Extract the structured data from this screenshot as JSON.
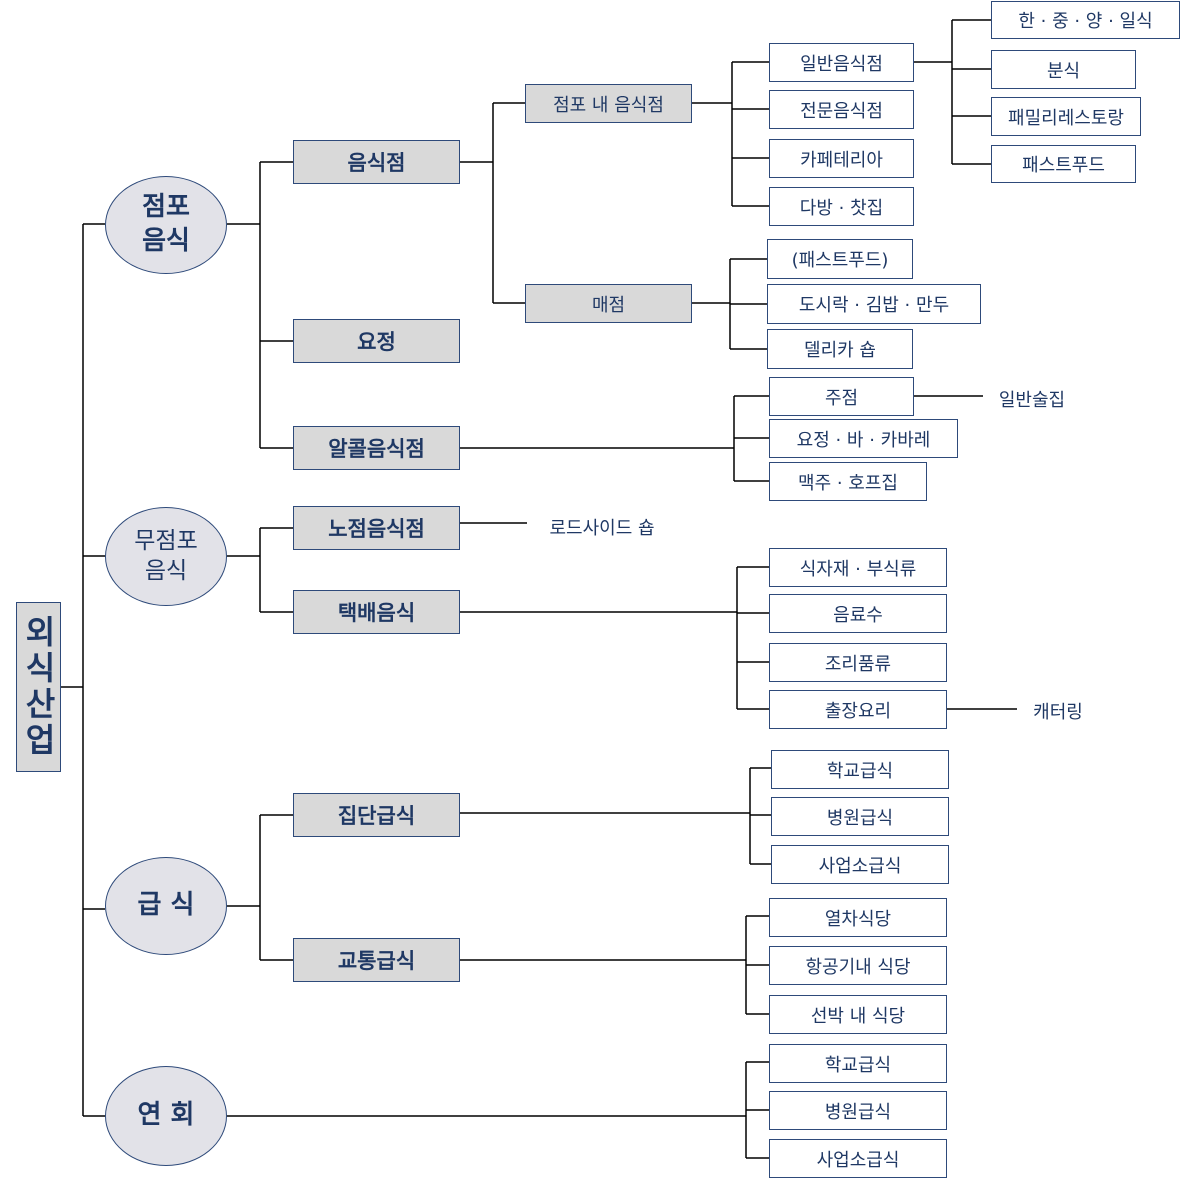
{
  "root": "외식산업",
  "categories": {
    "store": "점포\n음식",
    "nonstore": "무점포\n음식",
    "meal": "급 식",
    "banquet": "연 회"
  },
  "level2": {
    "restaurant": "음식점",
    "yojeong": "요정",
    "alcohol": "알콜음식점",
    "street": "노점음식점",
    "delivery": "택배음식",
    "group": "집단급식",
    "transport": "교통급식"
  },
  "level3": {
    "instore": "점포 내 음식점",
    "kiosk": "매점"
  },
  "items": {
    "general_restaurant": "일반음식점",
    "specialty": "전문음식점",
    "cafeteria": "카페테리아",
    "teahouse": "다방 · 찻집",
    "fastfood_paren": "(패스트푸드)",
    "lunchbox": "도시락 · 김밥 · 만두",
    "deli": "델리카 숍",
    "pub": "주점",
    "yojeong_bar": "요정 · 바 · 카바레",
    "beer": "맥주 · 호프집",
    "ingredients": "식자재 · 부식류",
    "beverage": "음료수",
    "cooked": "조리품류",
    "catering_cook": "출장요리",
    "school": "학교급식",
    "hospital": "병원급식",
    "workplace": "사업소급식",
    "train": "열차식당",
    "airline": "항공기내 식당",
    "ship": "선박 내 식당",
    "b_school": "학교급식",
    "b_hospital": "병원급식",
    "b_workplace": "사업소급식"
  },
  "level5": {
    "kcjj": "한 · 중 · 양 · 일식",
    "bunsik": "분식",
    "family": "패밀리레스토랑",
    "fastfood": "패스트푸드"
  },
  "plain": {
    "general_pub": "일반술집",
    "roadside": "로드사이드 숍",
    "catering": "캐터링"
  },
  "colors": {
    "text": "#1f3864",
    "box_border": "#2e4a7a",
    "box_fill": "#d9d9d9",
    "oval_fill": "#e2e2e8",
    "line": "#000000"
  }
}
